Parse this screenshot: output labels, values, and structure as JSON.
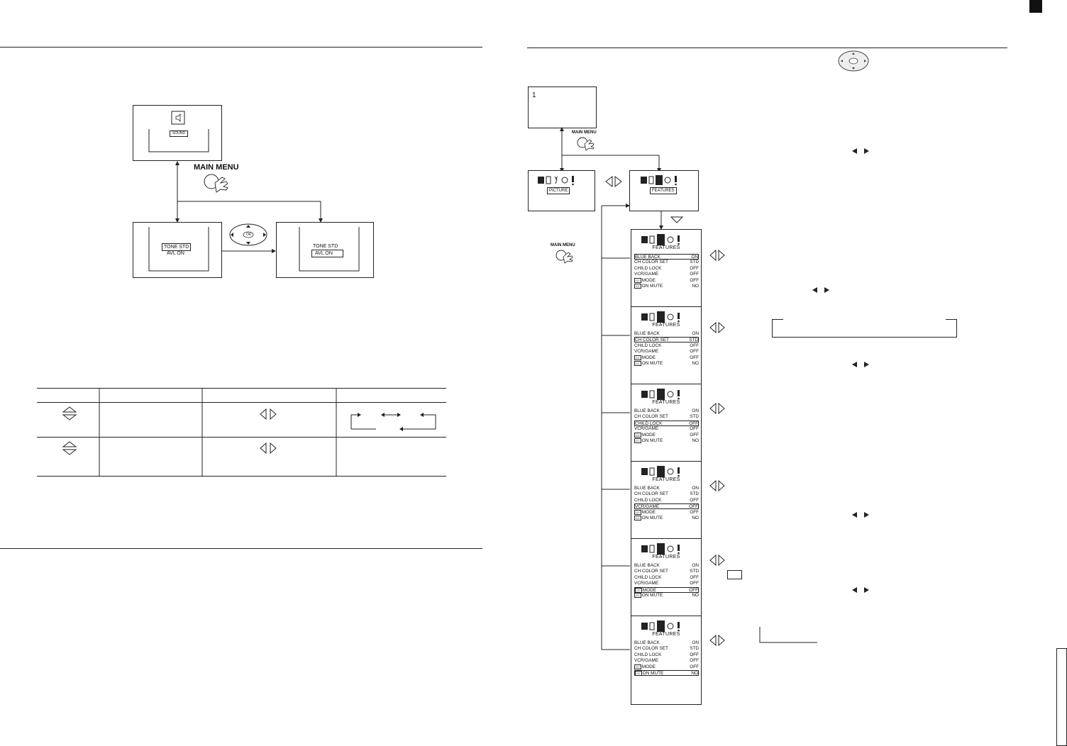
{
  "left_panel": {
    "main_menu_label": "MAIN MENU",
    "sound_button": "SOUND",
    "tone_screen_1": {
      "tone": "TONE STD",
      "avl": "AVL    ON"
    },
    "tone_screen_2": {
      "tone": "TONE STD",
      "avl": "AVL    ON"
    },
    "remote_ok": "OK"
  },
  "right_panel": {
    "channel_number": "1",
    "main_menu_label_top": "MAIN MENU",
    "main_menu_label_side": "MAIN MENU",
    "picture_button": "PICTURE",
    "features_button": "FEATURES",
    "features_screens": [
      {
        "title": "FEATURES",
        "selected": 0
      },
      {
        "title": "FEATURES",
        "selected": 1
      },
      {
        "title": "FEATURES",
        "selected": 2
      },
      {
        "title": "FEATURES",
        "selected": 3
      },
      {
        "title": "FEATURES",
        "selected": 4
      },
      {
        "title": "FEATURES",
        "selected": 5
      }
    ],
    "feature_rows": [
      {
        "key": "BLUE BACK",
        "value": "ON"
      },
      {
        "key": "CH COLOR SET",
        "value": "STD"
      },
      {
        "key": "CHILD LOCK",
        "value": "OFF"
      },
      {
        "key": "VCR/GAME",
        "value": "OFF"
      },
      {
        "key": "MODE",
        "value": "OFF",
        "cc": "CC"
      },
      {
        "key": "ON MUTE",
        "value": "NO",
        "cc": "CC"
      }
    ]
  },
  "colors": {
    "ink": "#111111",
    "paper": "#ffffff"
  },
  "icons": [
    "speaker-icon",
    "hand-pointer-icon",
    "cursor-pad-icon",
    "triangle-down-icon",
    "triangle-left-right-icon",
    "triangle-up-down-icon",
    "arrow-left-right-icon"
  ]
}
